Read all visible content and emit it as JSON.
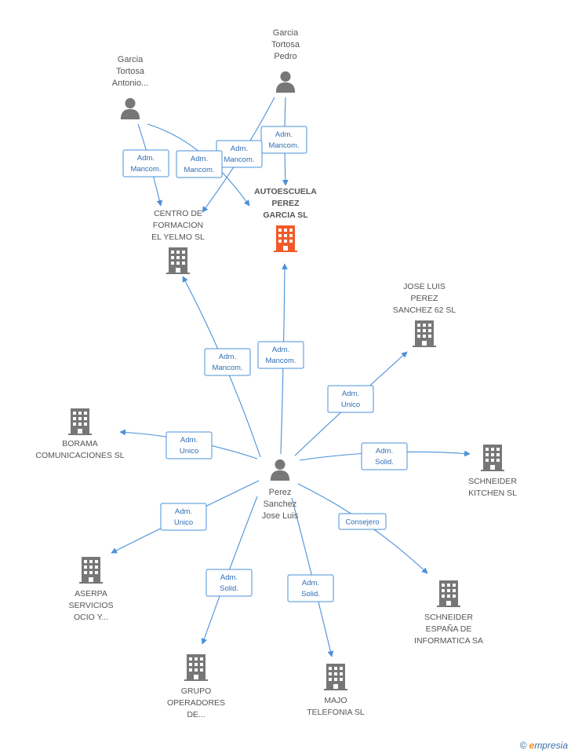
{
  "colors": {
    "accent": "#4a90d9",
    "company": "#777777",
    "company_main": "#f05a28",
    "person": "#777777"
  },
  "nodes": [
    {
      "id": "garcia_pedro",
      "kind": "person",
      "lines": [
        "Garcia",
        "Tortosa",
        "Pedro"
      ]
    },
    {
      "id": "garcia_antonio",
      "kind": "person",
      "lines": [
        "Garcia",
        "Tortosa",
        "Antonio..."
      ]
    },
    {
      "id": "autoescuela",
      "kind": "company",
      "main": true,
      "lines": [
        "AUTOESCUELA",
        "PEREZ",
        "GARCIA SL"
      ]
    },
    {
      "id": "centro_formacion",
      "kind": "company",
      "lines": [
        "CENTRO DE",
        "FORMACION",
        "EL YELMO SL"
      ]
    },
    {
      "id": "jose_luis_62",
      "kind": "company",
      "lines": [
        "JOSE LUIS",
        "PEREZ",
        "SANCHEZ 62 SL"
      ]
    },
    {
      "id": "borama",
      "kind": "company",
      "lines": [
        "BORAMA",
        "COMUNICACIONES SL"
      ]
    },
    {
      "id": "perez_jose_luis",
      "kind": "person",
      "lines": [
        "Perez",
        "Sanchez",
        "Jose Luis"
      ]
    },
    {
      "id": "schneider_kitchen",
      "kind": "company",
      "lines": [
        "SCHNEIDER",
        "KITCHEN SL"
      ]
    },
    {
      "id": "aserpa",
      "kind": "company",
      "lines": [
        "ASERPA",
        "SERVICIOS",
        "OCIO Y..."
      ]
    },
    {
      "id": "schneider_espana",
      "kind": "company",
      "lines": [
        "SCHNEIDER",
        "ESPAÑA DE",
        "INFORMATICA SA"
      ]
    },
    {
      "id": "grupo_operadores",
      "kind": "company",
      "lines": [
        "GRUPO",
        "OPERADORES",
        "DE..."
      ]
    },
    {
      "id": "majo",
      "kind": "company",
      "lines": [
        "MAJO",
        "TELEFONIA SL"
      ]
    }
  ],
  "edges": [
    {
      "from": "garcia_pedro",
      "to": "autoescuela",
      "label": [
        "Adm.",
        "Mancom."
      ]
    },
    {
      "from": "garcia_pedro",
      "to": "centro_formacion",
      "label": [
        "Adm.",
        "Mancom."
      ]
    },
    {
      "from": "garcia_antonio",
      "to": "centro_formacion",
      "label": [
        "Adm.",
        "Mancom."
      ]
    },
    {
      "from": "garcia_antonio",
      "to": "autoescuela",
      "label": [
        "Adm.",
        "Mancom."
      ]
    },
    {
      "from": "perez_jose_luis",
      "to": "centro_formacion",
      "label": [
        "Adm.",
        "Mancom."
      ]
    },
    {
      "from": "perez_jose_luis",
      "to": "autoescuela",
      "label": [
        "Adm.",
        "Mancom."
      ]
    },
    {
      "from": "perez_jose_luis",
      "to": "jose_luis_62",
      "label": [
        "Adm.",
        "Unico"
      ]
    },
    {
      "from": "perez_jose_luis",
      "to": "borama",
      "label": [
        "Adm.",
        "Unico"
      ]
    },
    {
      "from": "perez_jose_luis",
      "to": "schneider_kitchen",
      "label": [
        "Adm.",
        "Solid."
      ]
    },
    {
      "from": "perez_jose_luis",
      "to": "aserpa",
      "label": [
        "Adm.",
        "Unico"
      ]
    },
    {
      "from": "perez_jose_luis",
      "to": "schneider_espana",
      "label": [
        "Consejero"
      ]
    },
    {
      "from": "perez_jose_luis",
      "to": "grupo_operadores",
      "label": [
        "Adm.",
        "Solid."
      ]
    },
    {
      "from": "perez_jose_luis",
      "to": "majo",
      "label": [
        "Adm.",
        "Solid."
      ]
    }
  ],
  "footer": {
    "copyright": "©",
    "brand_initial": "e",
    "brand_rest": "mpresia"
  }
}
